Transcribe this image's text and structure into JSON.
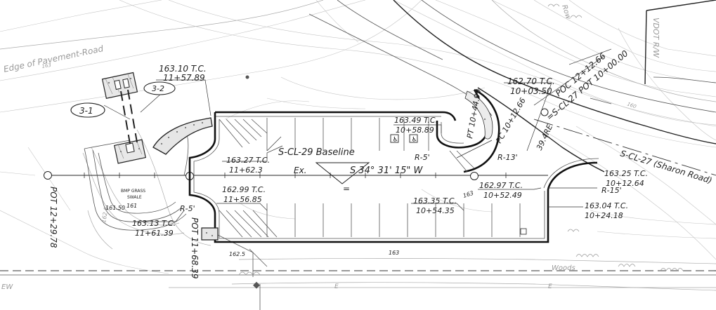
{
  "labels": {
    "edge_pavement": "Edge of Pavement-Road",
    "vdot_rw": "VDOT R/W",
    "row_label": "Row",
    "contour_163": "163",
    "contour_160": "160",
    "contour_162_5": "162.5",
    "contour_161": "161",
    "contour_161_50": "161.50",
    "tc_163_10": "163.10 T.C.",
    "tc_11_57_89": "11+57.89",
    "tc_162_70": "162.70 T.C.",
    "tc_10_03_50": "10+03.50",
    "poc": "POC 12+12.66",
    "pot_eq": "=S-CL-27 POT 10+00.00",
    "bearing_39": "39.4RE",
    "s_cl_27": "S-CL-27 (Sharon Road)",
    "tc_163_25": "163.25 T.C.",
    "tc_10_12_64": "10+12.64",
    "r_15": "R-15'",
    "tc_163_04": "163.04 T.C.",
    "tc_10_24_18": "10+24.18",
    "tc_163_49": "163.49 T.C.",
    "tc_10_58_89": "10+58.89",
    "pt": "PT 10+44.99",
    "pc": "PC 10+12.66",
    "r5_a": "R-5'",
    "r13": "R-13'",
    "baseline": "S-CL-29 Baseline",
    "tc_163_27": "163.27 T.C.",
    "tc_11_62_3": "11+62.3",
    "ex": "Ex.",
    "bearing": "S 34° 31' 15\" W",
    "equals": "=",
    "tc_162_99": "162.99 T.C.",
    "tc_11_56_85": "11+56.85",
    "tc_162_97": "162.97 T.C.",
    "tc_10_52_49": "10+52.49",
    "tc_163_35": "163.35 T.C.",
    "tc_10_54_35": "10+54.35",
    "r5_b": "R-5'",
    "tc_163_13": "163.13 T.C.",
    "tc_11_61_39": "11+61.39",
    "pot_12": "POT 12+29.78",
    "pot_11": "POT 11+68.39",
    "bmp": "BMP GRASS",
    "swale": "SWALE",
    "tag_31": "3-1",
    "tag_32": "3-2",
    "woods": "Woods",
    "contour_163_bottom": "163",
    "e_mark": "E",
    "w_mark": "EW"
  },
  "colors": {
    "ink": "#111111",
    "grey_line": "#aaaaaa",
    "light_line": "#c4c4c4",
    "text": "#222222"
  }
}
